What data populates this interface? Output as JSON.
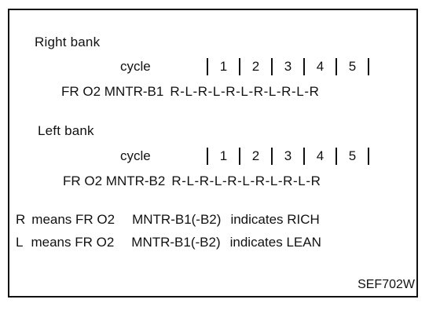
{
  "right_bank": {
    "title": "Right bank",
    "cycle_label": "cycle",
    "cycles": [
      "1",
      "2",
      "3",
      "4",
      "5"
    ],
    "monitor_label": "FR O2 MNTR-B1",
    "sequence": "R-L-R-L-R-L-R-L-R-L-R"
  },
  "left_bank": {
    "title": "Left bank",
    "cycle_label": "cycle",
    "cycles": [
      "1",
      "2",
      "3",
      "4",
      "5"
    ],
    "monitor_label": "FR O2 MNTR-B2",
    "sequence": "R-L-R-L-R-L-R-L-R-L-R"
  },
  "legend": {
    "r_line": {
      "letter": "R",
      "means": "means FR O2",
      "monitor": "MNTR-B1(-B2)",
      "indicates": "indicates RICH"
    },
    "l_line": {
      "letter": "L",
      "means": "means FR O2",
      "monitor": "MNTR-B1(-B2)",
      "indicates": "indicates LEAN"
    }
  },
  "reference_code": "SEF702W"
}
